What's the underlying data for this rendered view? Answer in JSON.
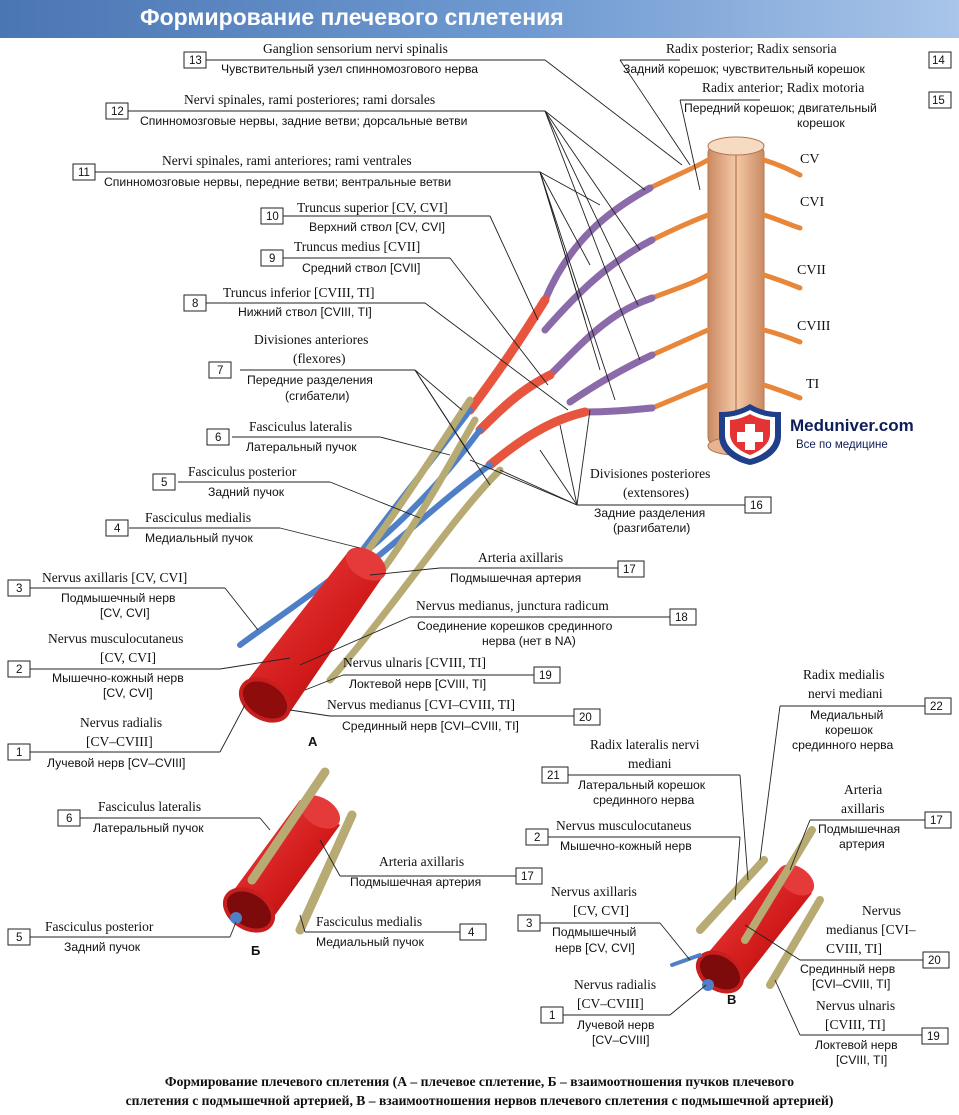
{
  "title": "Формирование плечевого сплетения",
  "logo": {
    "name": "Meduniver.com",
    "tagline": "Все по медицине"
  },
  "segments": [
    "CV",
    "CVI",
    "CVII",
    "CVIII",
    "TI"
  ],
  "panels": {
    "a": "A",
    "b": "Б",
    "c": "В"
  },
  "labels": {
    "l13": {
      "num": "13",
      "lat": "Ganglion sensorium nervi spinalis",
      "rus": "Чувствительный узел спинномозгового нерва"
    },
    "l12": {
      "num": "12",
      "lat": "Nervi spinales, rami posteriores; rami dorsales",
      "rus": "Спинномозговые нервы, задние ветви; дорсальные ветви"
    },
    "l11": {
      "num": "11",
      "lat": "Nervi spinales, rami anteriores; rami ventrales",
      "rus": "Спинномозговые нервы, передние ветви; вентральные ветви"
    },
    "l10": {
      "num": "10",
      "lat": "Truncus superior [CV, CVI]",
      "rus": "Верхний ствол [CV, CVI]"
    },
    "l9": {
      "num": "9",
      "lat": "Truncus medius [CVII]",
      "rus": "Средний ствол [CVII]"
    },
    "l8": {
      "num": "8",
      "lat": "Truncus inferior [CVIII, TI]",
      "rus": "Нижний ствол [CVIII, TI]"
    },
    "l7": {
      "num": "7",
      "lat1": "Divisiones anteriores",
      "lat2": "(flexores)",
      "rus1": "Передние разделения",
      "rus2": "(сгибатели)"
    },
    "l6": {
      "num": "6",
      "lat": "Fasciculus lateralis",
      "rus": "Латеральный пучок"
    },
    "l5": {
      "num": "5",
      "lat": "Fasciculus posterior",
      "rus": "Задний пучок"
    },
    "l4": {
      "num": "4",
      "lat": "Fasciculus medialis",
      "rus": "Медиальный пучок"
    },
    "l3": {
      "num": "3",
      "lat": "Nervus axillaris [CV, CVI]",
      "rus1": "Подмышечный нерв",
      "rus2": "[CV, CVI]"
    },
    "l2": {
      "num": "2",
      "lat1": "Nervus musculocutaneus",
      "lat2": "[CV, CVI]",
      "rus1": "Мышечно-кожный нерв",
      "rus2": "[CV, CVI]"
    },
    "l1": {
      "num": "1",
      "lat1": "Nervus radialis",
      "lat2": "[CV–CVIII]",
      "rus": "Лучевой нерв [CV–CVIII]"
    },
    "l14": {
      "num": "14",
      "lat": "Radix posterior; Radix sensoria",
      "rus": "Задний корешок; чувствительный корешок"
    },
    "l15": {
      "num": "15",
      "lat": "Radix anterior; Radix motoria",
      "rus1": "Передний корешок; двигательный",
      "rus2": "корешок"
    },
    "l16": {
      "num": "16",
      "lat1": "Divisiones posteriores",
      "lat2": "(extensores)",
      "rus1": "Задние разделения",
      "rus2": "(разгибатели)"
    },
    "l17": {
      "num": "17",
      "lat": "Arteria axillaris",
      "rus": "Подмышечная артерия"
    },
    "l18": {
      "num": "18",
      "lat": "Nervus medianus, junctura radicum",
      "rus1": "Соединение корешков срединного",
      "rus2": "нерва (нет в NA)"
    },
    "l19": {
      "num": "19",
      "lat": "Nervus ulnaris [CVIII, TI]",
      "rus": "Локтевой нерв [CVIII, TI]"
    },
    "l20": {
      "num": "20",
      "lat": "Nervus medianus [CVI–CVIII, TI]",
      "rus": "Срединный нерв [CVI–CVIII, TI]"
    }
  },
  "panel_b": {
    "l6": {
      "num": "6",
      "lat": "Fasciculus lateralis",
      "rus": "Латеральный пучок"
    },
    "l17": {
      "num": "17",
      "lat": "Arteria axillaris",
      "rus": "Подмышечная артерия"
    },
    "l5": {
      "num": "5",
      "lat": "Fasciculus posterior",
      "rus": "Задний пучок"
    },
    "l4": {
      "num": "4",
      "lat": "Fasciculus medialis",
      "rus": "Медиальный пучок"
    }
  },
  "panel_c": {
    "l22": {
      "num": "22",
      "lat1": "Radix medialis",
      "lat2": "nervi mediani",
      "rus1": "Медиальный",
      "rus2": "корешок",
      "rus3": "срединного нерва"
    },
    "l21": {
      "num": "21",
      "lat1": "Radix lateralis nervi",
      "lat2": "mediani",
      "rus1": "Латеральный корешок",
      "rus2": "срединного нерва"
    },
    "l17": {
      "num": "17",
      "lat1": "Arteria",
      "lat2": "axillaris",
      "rus1": "Подмышечная",
      "rus2": "артерия"
    },
    "l2": {
      "num": "2",
      "lat": "Nervus musculocutaneus",
      "rus": "Мышечно-кожный нерв"
    },
    "l3": {
      "num": "3",
      "lat1": "Nervus axillaris",
      "lat2": "[CV, CVI]",
      "rus1": "Подмышечный",
      "rus2": "нерв [CV, CVI]"
    },
    "l20": {
      "num": "20",
      "lat1": "Nervus",
      "lat2": "medianus [CVI–",
      "lat3": "CVIII, TI]",
      "rus1": "Срединный нерв",
      "rus2": "[CVI–CVIII, TI]"
    },
    "l1": {
      "num": "1",
      "lat1": "Nervus radialis",
      "lat2": "[CV–CVIII]",
      "rus1": "Лучевой нерв",
      "rus2": "[CV–CVIII]"
    },
    "l19": {
      "num": "19",
      "lat1": "Nervus ulnaris",
      "lat2": "[CVIII, TI]",
      "rus1": "Локтевой нерв",
      "rus2": "[CVIII, TI]"
    }
  },
  "caption": {
    "line1": "Формирование плечевого сплетения (А – плечевое сплетение, Б – взаимоотношения пучков плечевого",
    "line2": "сплетения с подмышечной артерией, В – взаимоотношения нервов плечевого сплетения с подмышечной артерией)"
  }
}
